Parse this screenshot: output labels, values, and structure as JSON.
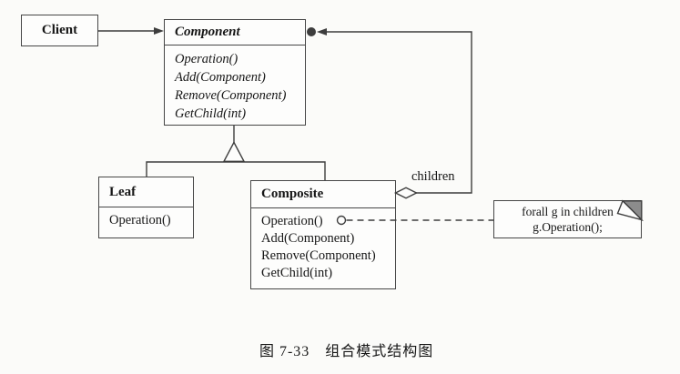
{
  "diagram": {
    "classes": {
      "client": {
        "name": "Client"
      },
      "component": {
        "name": "Component",
        "methods": [
          "Operation()",
          "Add(Component)",
          "Remove(Component)",
          "GetChild(int)"
        ]
      },
      "leaf": {
        "name": "Leaf",
        "methods": [
          "Operation()"
        ]
      },
      "composite": {
        "name": "Composite",
        "methods": [
          "Operation()",
          "Add(Component)",
          "Remove(Component)",
          "GetChild(int)"
        ]
      }
    },
    "edge_labels": {
      "children": "children"
    },
    "note": {
      "lines": [
        "forall g in children",
        "g.Operation();"
      ]
    },
    "caption": "图 7-33　组合模式结构图"
  },
  "colors": {
    "background": "#fbfbf9",
    "line": "#3d3d3d",
    "text": "#161616",
    "box_fill": "#fdfdfc",
    "note_fold": "#8c8c8c"
  }
}
